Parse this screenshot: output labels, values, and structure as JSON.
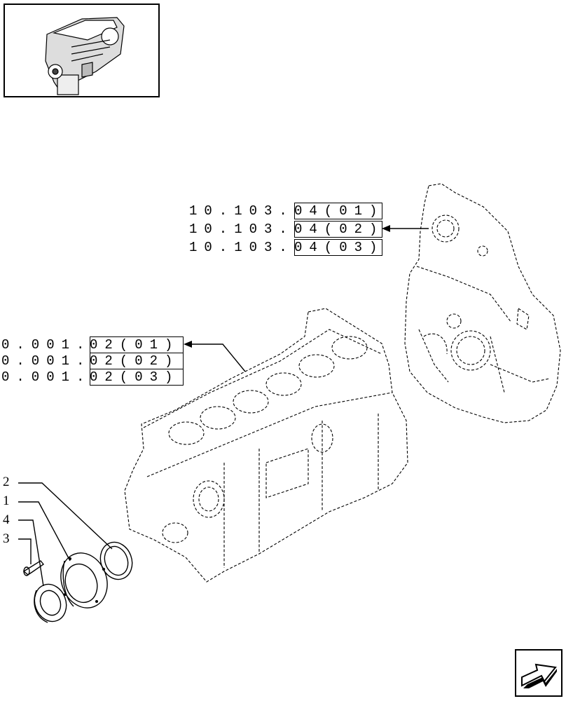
{
  "references": {
    "front_cover": {
      "prefix": "10.103.",
      "rows": [
        {
          "box": "04(01)"
        },
        {
          "box": "04(02)"
        },
        {
          "box": "04(03)"
        }
      ]
    },
    "crankcase": {
      "prefix": "0.001.",
      "rows": [
        {
          "box": "02(01)"
        },
        {
          "box": "02(02)"
        },
        {
          "box": "02(03)"
        }
      ]
    }
  },
  "callouts": [
    "2",
    "1",
    "4",
    "3"
  ],
  "icons": {
    "thumbnail": "engine-thumbnail-icon",
    "nav": "next-page-arrow-icon"
  }
}
